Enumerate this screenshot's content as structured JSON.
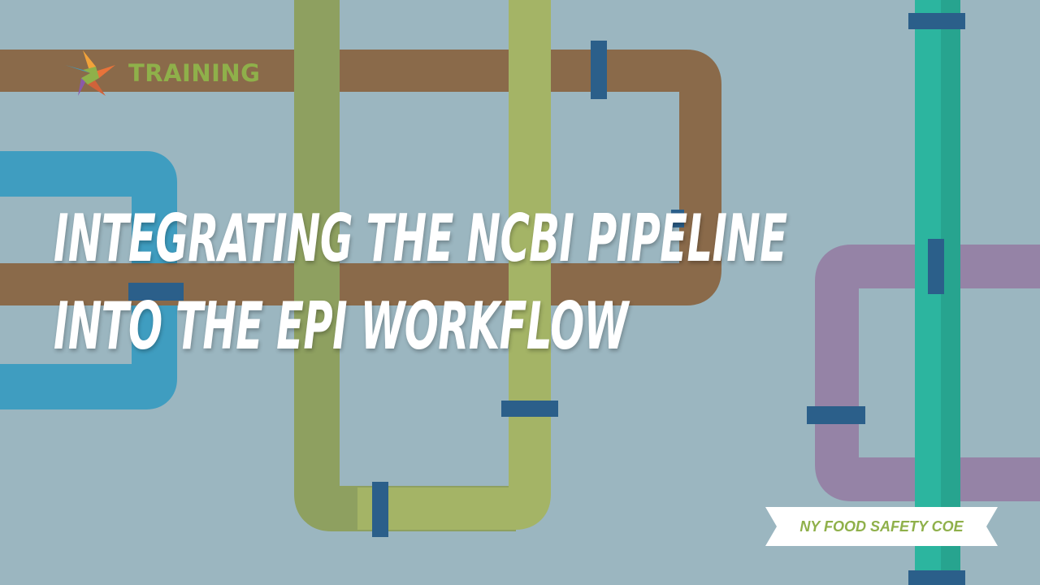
{
  "brand": {
    "label": "TRAINING",
    "logo_icon": "star-logo-icon"
  },
  "title": {
    "line1": "INTEGRATING THE NCBI PIPELINE",
    "line2": "INTO THE EPI WORKFLOW"
  },
  "ribbon": {
    "label": "NY FOOD SAFETY COE"
  },
  "colors": {
    "background": "#9bb6c0",
    "pipe_brown": "#8a6a4a",
    "pipe_blue": "#3f9dc0",
    "pipe_olive": "#8ea060",
    "pipe_lime": "#a4b466",
    "pipe_teal": "#2cb59f",
    "pipe_purple": "#9583a6",
    "clamp": "#2b5f8a",
    "accent_green": "#8fb04a",
    "title": "#ffffff"
  }
}
